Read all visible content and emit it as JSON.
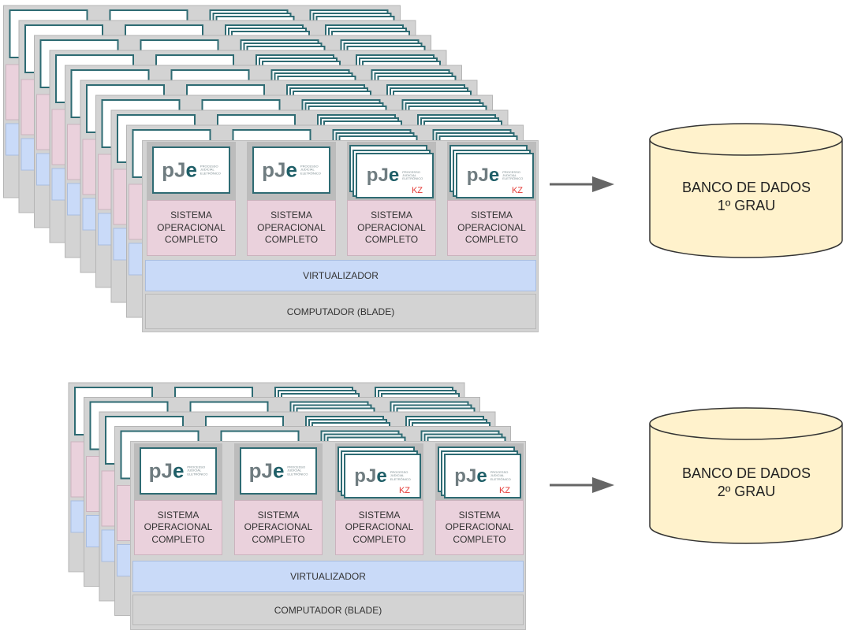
{
  "clusters": [
    {
      "vms": [
        {
          "os_label": "SISTEMA\nOPERACIONAL\nCOMPLETO",
          "kz": ""
        },
        {
          "os_label": "SISTEMA\nOPERACIONAL\nCOMPLETO",
          "kz": ""
        },
        {
          "os_label": "SISTEMA\nOPERACIONAL\nCOMPLETO",
          "kz": "KZ"
        },
        {
          "os_label": "SISTEMA\nOPERACIONAL\nCOMPLETO",
          "kz": "KZ"
        }
      ],
      "virtualizer_label": "VIRTUALIZADOR",
      "computer_label": "COMPUTADOR (BLADE)",
      "database": {
        "line1": "BANCO DE DADOS",
        "line2": "1º GRAU"
      }
    },
    {
      "vms": [
        {
          "os_label": "SISTEMA\nOPERACIONAL\nCOMPLETO",
          "kz": ""
        },
        {
          "os_label": "SISTEMA\nOPERACIONAL\nCOMPLETO",
          "kz": ""
        },
        {
          "os_label": "SISTEMA\nOPERACIONAL\nCOMPLETO",
          "kz": "KZ"
        },
        {
          "os_label": "SISTEMA\nOPERACIONAL\nCOMPLETO",
          "kz": "KZ"
        }
      ],
      "virtualizer_label": "VIRTUALIZADOR",
      "computer_label": "COMPUTADOR (BLADE)",
      "database": {
        "line1": "BANCO DE DADOS",
        "line2": "2º GRAU"
      }
    }
  ],
  "logo": {
    "mark": "pJe",
    "tagline": "PROCESSO\nJUDICIAL\nELETRÔNICO"
  },
  "colors": {
    "os": "#ead1dc",
    "virtualizer": "#c9daf8",
    "computer": "#d3d3d3",
    "logo_border": "#2e6b73",
    "database_fill": "#fff2cc",
    "database_stroke": "#333333",
    "arrow": "#666666",
    "kz": "#e53935"
  },
  "stack_depth": [
    9,
    4
  ]
}
